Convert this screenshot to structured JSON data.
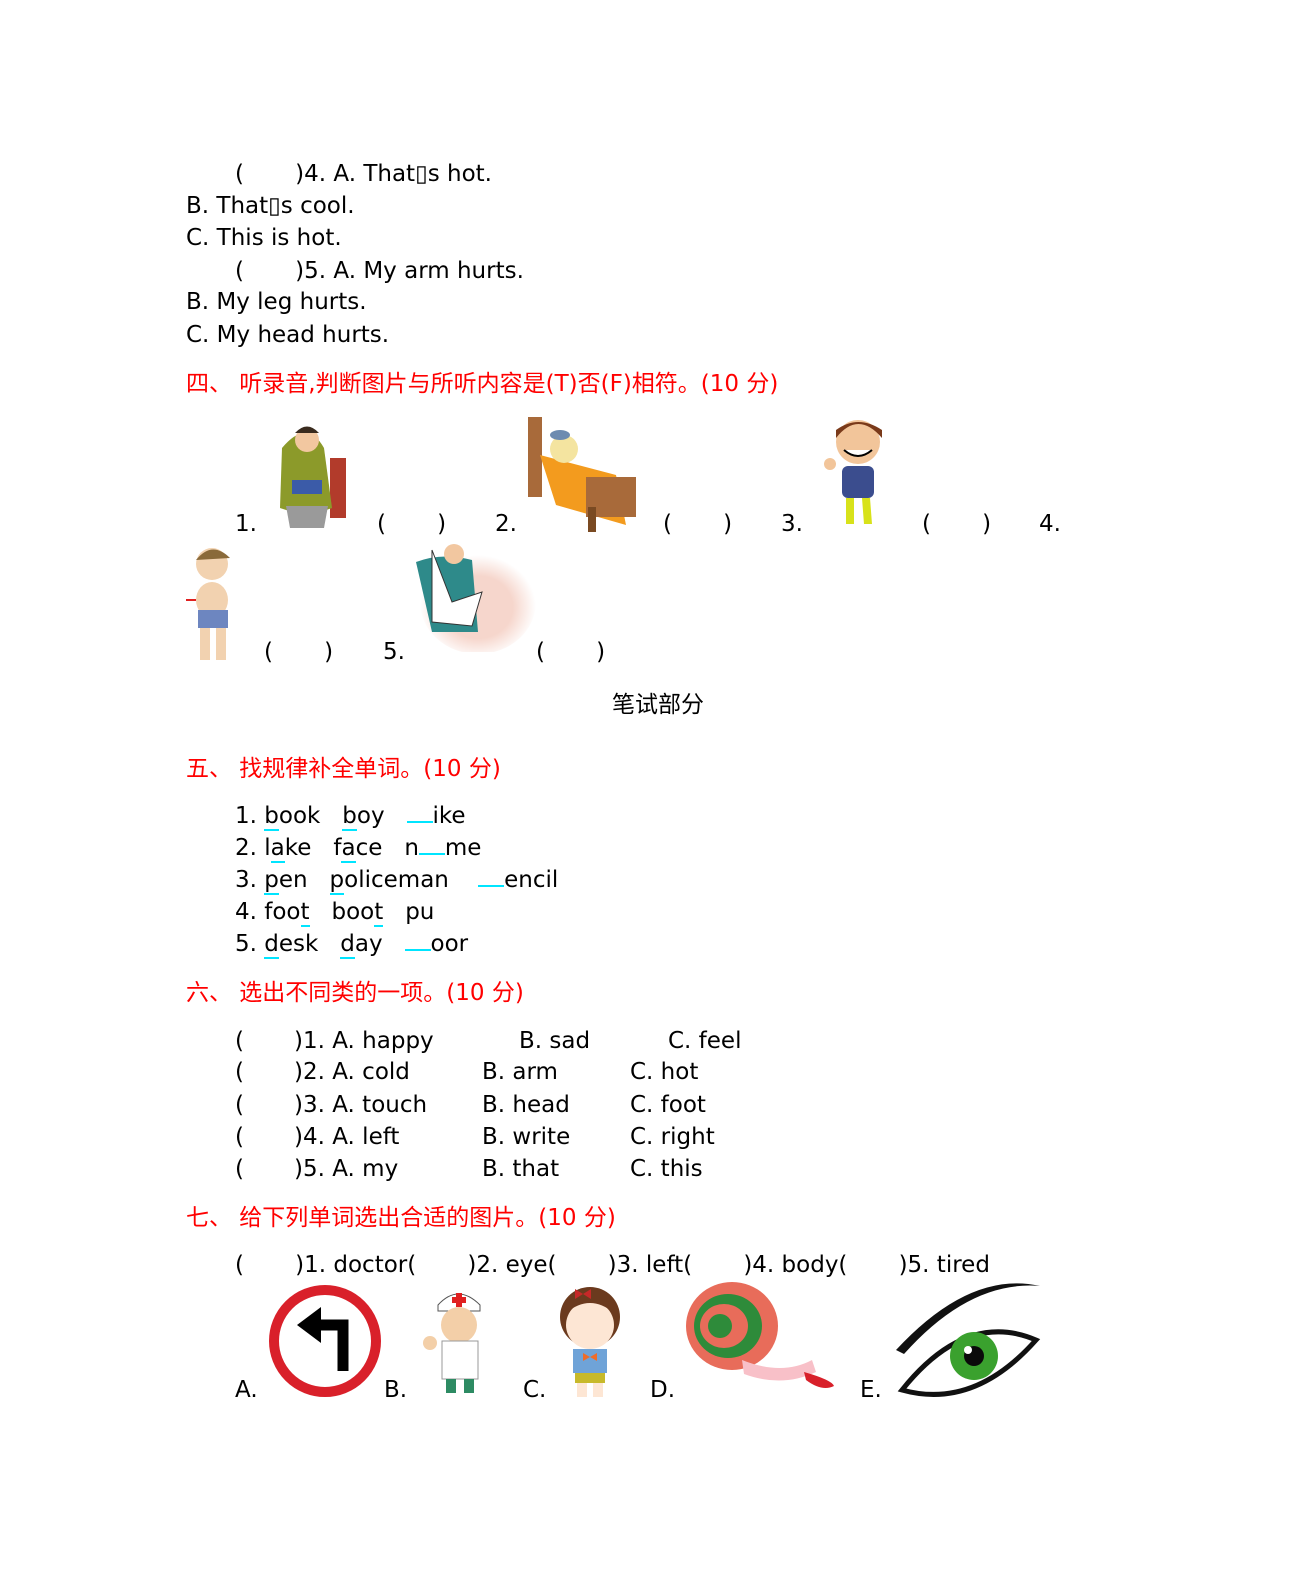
{
  "listening3_tail": {
    "q4": {
      "prefix": "(       )4. A. That▯s hot.",
      "b": "B. That▯s cool.",
      "c": "C. This is hot."
    },
    "q5": {
      "prefix": "(       )5. A. My arm hurts.",
      "b": "B. My leg hurts.",
      "c": "C. My head hurts."
    }
  },
  "section4": {
    "title": "四、 听录音,判断图片与所听内容是(T)否(F)相符。(10 分)",
    "items": [
      {
        "num": "1.",
        "paren": "(       )",
        "image": "man-with-cold-blanket-feet-in-bucket"
      },
      {
        "num": "2.",
        "paren": "(       )",
        "image": "sick-child-in-bed-with-icepack"
      },
      {
        "num": "3.",
        "paren": "(       )",
        "image": "smiling-boy-waving"
      },
      {
        "num": "4.",
        "paren": "(       )",
        "image": "boy-with-stomachache"
      },
      {
        "num": "5.",
        "paren": "(       )",
        "image": "arm-in-sling"
      }
    ]
  },
  "written_part": "笔试部分",
  "section5": {
    "title": "五、 找规律补全单词。(10 分)",
    "rows": [
      {
        "num": "1.",
        "w1": [
          "",
          "b",
          "ook"
        ],
        "w2": [
          "",
          "b",
          "oy"
        ],
        "w3": [
          "",
          "ike"
        ]
      },
      {
        "num": "2.",
        "w1": [
          "l",
          "a",
          "ke"
        ],
        "w2": [
          "f",
          "a",
          "ce"
        ],
        "w3": [
          "n",
          "me"
        ]
      },
      {
        "num": "3.",
        "w1": [
          "",
          "p",
          "en"
        ],
        "w2": [
          "",
          "p",
          "oliceman"
        ],
        "w3": [
          "",
          "encil"
        ]
      },
      {
        "num": "4.",
        "w1": [
          "foo",
          "t",
          ""
        ],
        "w2": [
          "boo",
          "t",
          ""
        ],
        "w3": [
          "pu",
          ""
        ]
      },
      {
        "num": "5.",
        "w1": [
          "",
          "d",
          "esk"
        ],
        "w2": [
          "",
          "d",
          "ay"
        ],
        "w3": [
          "",
          "oor"
        ]
      }
    ]
  },
  "section6": {
    "title": "六、 选出不同类的一项。(10 分)",
    "rows": [
      {
        "paren": "(",
        "q": ")1. A. happy",
        "b": "B. sad",
        "c": "C. feel"
      },
      {
        "paren": "(",
        "q": ")2. A. cold",
        "b": "B. arm",
        "c": "C. hot"
      },
      {
        "paren": "(",
        "q": ")3. A. touch",
        "b": "B. head",
        "c": "C. foot"
      },
      {
        "paren": "(",
        "q": ")4. A. left",
        "b": "B. write",
        "c": "C. right"
      },
      {
        "paren": "(",
        "q": ")5. A. my",
        "b": "B. that",
        "c": "C. this"
      }
    ]
  },
  "section7": {
    "title": "七、 给下列单词选出合适的图片。(10 分)",
    "line": "(       )1. doctor(       )2. eye(       )3. left(       )4. body(       )5. tired",
    "options": [
      {
        "label": "A.",
        "image": "turn-left-sign"
      },
      {
        "label": "B.",
        "image": "cartoon-doctor"
      },
      {
        "label": "C.",
        "image": "cartoon-girl"
      },
      {
        "label": "D.",
        "image": "snail-tongue-out"
      },
      {
        "label": "E.",
        "image": "green-eye"
      }
    ]
  },
  "colors": {
    "heading": "#ff0000",
    "underline": "#00e5ff"
  }
}
